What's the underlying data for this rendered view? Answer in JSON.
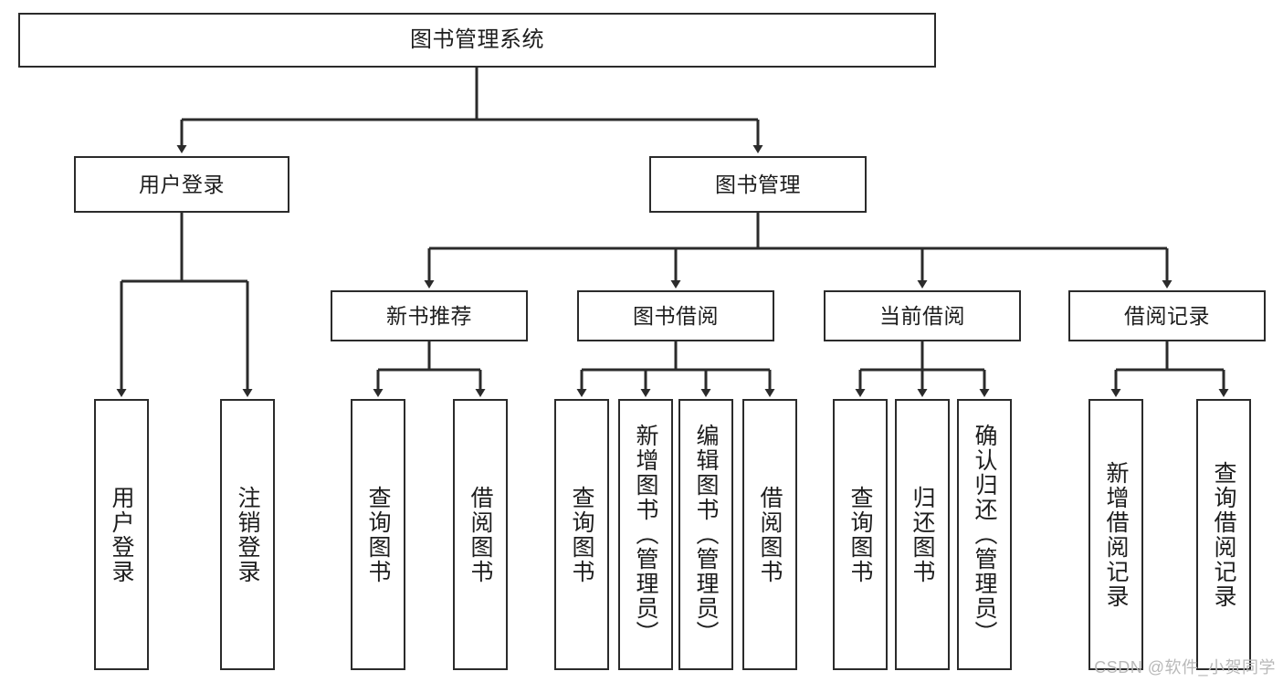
{
  "diagram": {
    "title": "图书管理系统",
    "type": "tree-hierarchy",
    "root": {
      "label": "图书管理系统"
    },
    "level2": [
      {
        "label": "用户登录"
      },
      {
        "label": "图书管理"
      }
    ],
    "level3": [
      {
        "label": "新书推荐"
      },
      {
        "label": "图书借阅"
      },
      {
        "label": "当前借阅"
      },
      {
        "label": "借阅记录"
      }
    ],
    "leaves": {
      "user_login": [
        {
          "label": "用户登录"
        },
        {
          "label": "注销登录"
        }
      ],
      "new_book": [
        {
          "label": "查询图书"
        },
        {
          "label": "借阅图书"
        }
      ],
      "borrow_book": [
        {
          "label": "查询图书"
        },
        {
          "label": "新增图书（管理员）"
        },
        {
          "label": "编辑图书（管理员）"
        },
        {
          "label": "借阅图书"
        }
      ],
      "current_borrow": [
        {
          "label": "查询图书"
        },
        {
          "label": "归还图书"
        },
        {
          "label": "确认归还（管理员）"
        }
      ],
      "borrow_record": [
        {
          "label": "新增借阅记录"
        },
        {
          "label": "查询借阅记录"
        }
      ]
    }
  },
  "watermark": {
    "text": "CSDN @软件_小贺同学"
  },
  "colors": {
    "stroke": "#2b2b2b",
    "background": "#ffffff",
    "text": "#1d1d1d",
    "watermark": "#b9b9b9"
  }
}
